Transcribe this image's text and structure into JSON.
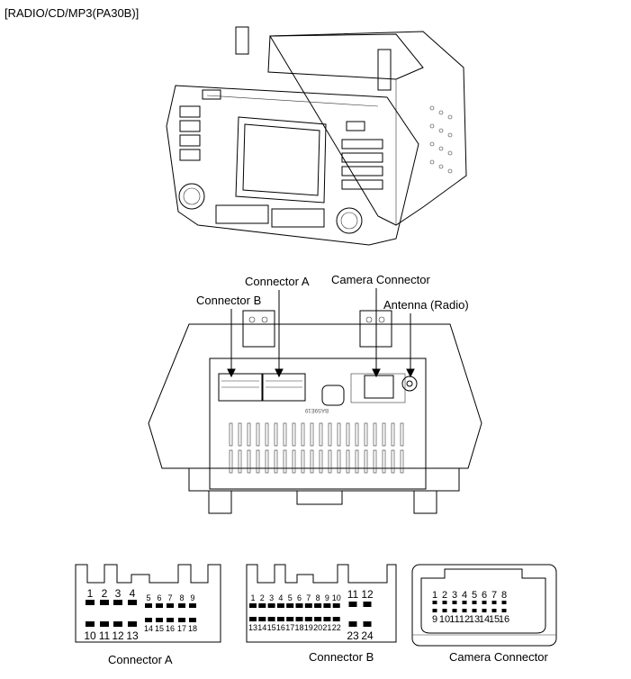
{
  "title": "[RADIO/CD/MP3(PA30B)]",
  "callouts": {
    "connector_b": "Connector B",
    "connector_a": "Connector A",
    "camera_connector": "Camera Connector",
    "antenna": "Antenna (Radio)"
  },
  "pinouts": {
    "connector_a": {
      "label": "Connector A",
      "pins": [
        "1",
        "2",
        "3",
        "4",
        "5",
        "6",
        "7",
        "8",
        "9",
        "10",
        "11",
        "12",
        "13",
        "14",
        "15",
        "16",
        "17",
        "18"
      ]
    },
    "connector_b": {
      "label": "Connector B",
      "pins": [
        "1",
        "2",
        "3",
        "4",
        "5",
        "6",
        "7",
        "8",
        "9",
        "10",
        "11",
        "12",
        "13",
        "14",
        "15",
        "16",
        "17",
        "18",
        "19",
        "20",
        "21",
        "22",
        "23",
        "24"
      ]
    },
    "camera_connector": {
      "label": "Camera Connector",
      "pins": [
        "1",
        "2",
        "3",
        "4",
        "5",
        "6",
        "7",
        "8",
        "9",
        "10",
        "11",
        "12",
        "13",
        "14",
        "15",
        "16"
      ]
    }
  }
}
